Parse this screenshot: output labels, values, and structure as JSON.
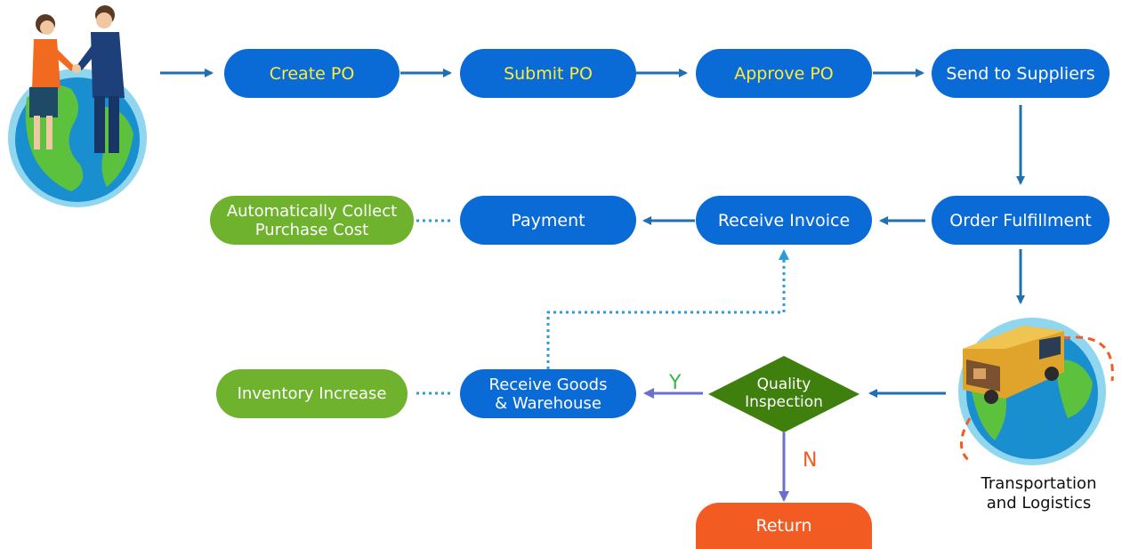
{
  "nodes": {
    "create_po": "Create PO",
    "submit_po": "Submit PO",
    "approve_po": "Approve PO",
    "send_to_suppliers": "Send to Suppliers",
    "order_fulfillment": "Order Fulfillment",
    "receive_invoice": "Receive Invoice",
    "payment": "Payment",
    "auto_collect_cost": "Automatically Collect\nPurchase Cost",
    "quality_inspection": "Quality\nInspection",
    "receive_goods": "Receive Goods\n& Warehouse",
    "inventory_increase": "Inventory Increase",
    "return": "Return"
  },
  "labels": {
    "transportation": "Transportation\nand Logistics",
    "yes": "Y",
    "no": "N"
  },
  "colors": {
    "process_blue": "#0a6bd6",
    "output_green": "#6fb22e",
    "decision_green": "#3f7f0e",
    "return_orange": "#f25c23",
    "arrow_blue": "#1f6fb2",
    "dotted_blue": "#2f9ad8",
    "branch_purple": "#6c6fd0",
    "yes_green": "#3bb54a",
    "no_orange": "#f25c23",
    "label_yellow": "#ffec3a"
  },
  "illustrations": [
    "handshake-globe-icon",
    "delivery-van-globe-icon"
  ]
}
